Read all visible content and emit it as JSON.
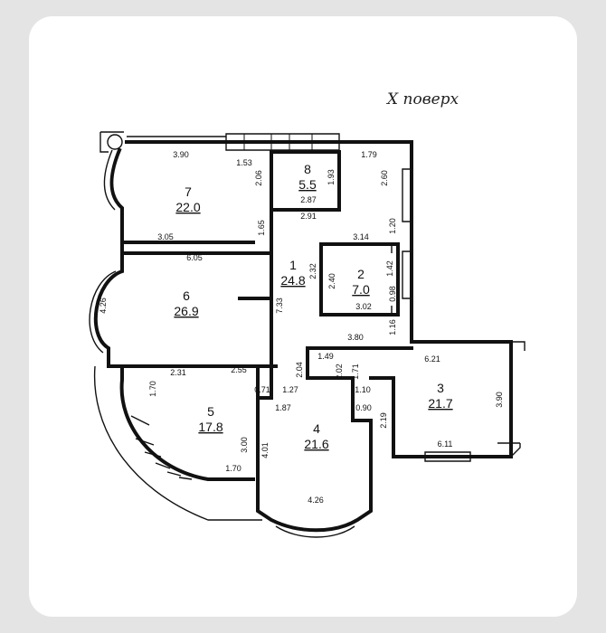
{
  "floor_label": "X поверх",
  "rooms": [
    {
      "number": "1",
      "area": "24.8"
    },
    {
      "number": "2",
      "area": "7.0"
    },
    {
      "number": "3",
      "area": "21.7"
    },
    {
      "number": "4",
      "area": "21.6"
    },
    {
      "number": "5",
      "area": "17.8"
    },
    {
      "number": "6",
      "area": "26.9"
    },
    {
      "number": "7",
      "area": "22.0"
    },
    {
      "number": "8",
      "area": "5.5"
    }
  ],
  "dimensions": [
    "3.90",
    "1.53",
    "1.79",
    "2.06",
    "1.93",
    "2.87",
    "2.91",
    "2.60",
    "1.65",
    "3.05",
    "3.14",
    "1.20",
    "6.05",
    "2.32",
    "1.42",
    "2.40",
    "0.98",
    "4.26",
    "7.33",
    "3.02",
    "1.16",
    "3.80",
    "1.49",
    "6.21",
    "2.31",
    "2.55",
    "2.04",
    "2.02",
    "1.71",
    "1.70",
    "0.71",
    "1.27",
    "1.10",
    "1.87",
    "0.90",
    "2.19",
    "3.90",
    "3.00",
    "4.01",
    "6.11",
    "1.70",
    "4.26"
  ]
}
